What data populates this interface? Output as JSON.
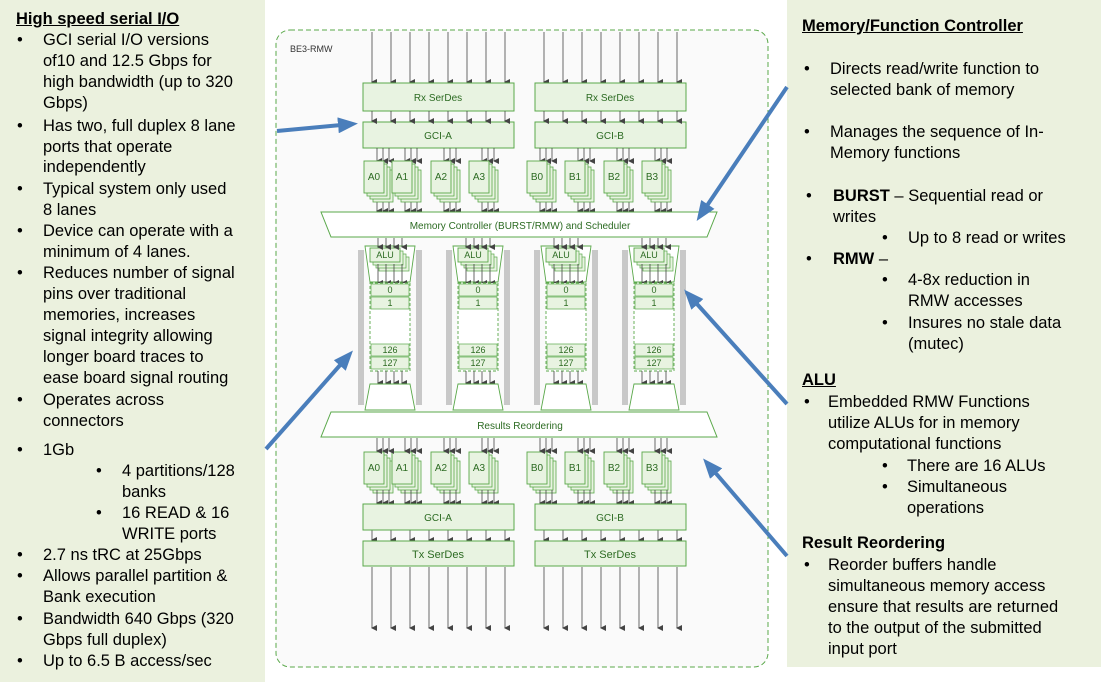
{
  "left_panel": {
    "title": "High speed serial I/O",
    "bullet": "•",
    "lines": [
      "GCI serial I/O versions",
      "of10 and 12.5 Gbps for",
      "high bandwidth (up to 320",
      "Gbps)",
      "Has two, full duplex 8 lane",
      "ports that operate",
      "independently",
      "Typical system only used",
      "8 lanes",
      "Device can operate with a",
      "minimum of 4 lanes.",
      "Reduces number of signal",
      "pins over traditional",
      "memories, increases",
      "signal integrity allowing",
      "longer board traces to",
      "ease board signal routing",
      "Operates across",
      "connectors",
      "1Gb",
      "4 partitions/128",
      "banks",
      "16 READ & 16",
      "WRITE ports",
      "2.7 ns tRC at 25Gbps",
      "Allows parallel partition &",
      "Bank execution",
      "Bandwidth 640 Gbps (320",
      "Gbps full duplex)",
      "Up to 6.5 B access/sec"
    ]
  },
  "right_panel": {
    "title": "Memory/Function Controller",
    "bullet": "•",
    "lines": [
      "Directs read/write function to",
      "selected bank of memory",
      "Manages the sequence of In-",
      "Memory functions",
      "BURST",
      " – Sequential read or",
      "writes",
      "Up to 8 read or writes",
      "RMW",
      " –",
      "4-8x reduction in",
      "RMW accesses",
      "Insures no stale data",
      "(mutec)"
    ],
    "alu_title": "ALU",
    "alu_lines": [
      "Embedded RMW Functions",
      "utilize ALUs for in memory",
      "computational functions",
      "There are 16 ALUs",
      "Simultaneous",
      "operations"
    ],
    "reorder_title": "Result Reordering",
    "reorder_lines": [
      "Reorder buffers handle",
      "simultaneous memory access",
      "ensure that results are returned",
      "to the output of the submitted",
      "input port"
    ]
  },
  "diagram": {
    "chip_label": "BE3-RMW",
    "rx_serdes": "Rx SerDes",
    "tx_serdes": "Tx SerDes",
    "gci_a": "GCI-A",
    "gci_b": "GCI-B",
    "partitions": [
      "A0",
      "A1",
      "A2",
      "A3",
      "B0",
      "B1",
      "B2",
      "B3"
    ],
    "memory_controller": "Memory Controller (BURST/RMW) and Scheduler",
    "alu": "ALU",
    "bank_labels": [
      "0",
      "1",
      "126",
      "127"
    ],
    "results_reordering": "Results Reordering"
  },
  "colors": {
    "panel_bg": "#ebf1de",
    "diagram_green": "#5aa84a",
    "block_fill": "#e8f3e1",
    "arrow_blue": "#4a7ebb"
  }
}
